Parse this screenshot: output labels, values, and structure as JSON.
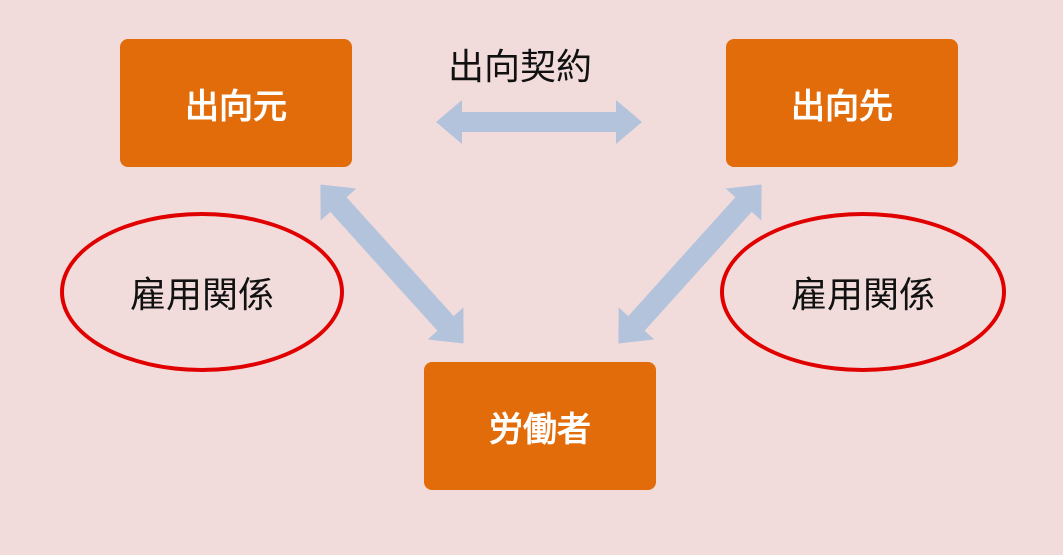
{
  "diagram": {
    "source_label": "出向元",
    "dest_label": "出向先",
    "worker_label": "労働者",
    "contract_label": "出向契約",
    "left_relation_label": "雇用関係",
    "right_relation_label": "雇用関係"
  },
  "colors": {
    "background": "#f2dcdb",
    "box": "#e36c0a",
    "arrow": "#b4c3dc",
    "ellipse_border": "#e00000"
  }
}
